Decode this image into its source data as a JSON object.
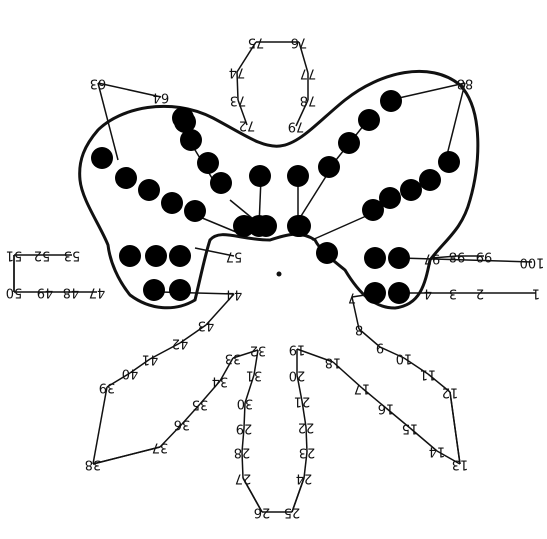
{
  "puzzle": {
    "type": "connect-the-dots",
    "orientation": "upside-down (rotated 180 degrees)",
    "ink_color": "#111111",
    "paper_color": "#ffffff",
    "dot_fill_color": "#000000",
    "numbers": [
      "1",
      "2",
      "3",
      "4",
      "7",
      "8",
      "9",
      "10",
      "11",
      "12",
      "13",
      "14",
      "15",
      "16",
      "17",
      "18",
      "19",
      "20",
      "21",
      "22",
      "23",
      "24",
      "25",
      "26",
      "27",
      "28",
      "29",
      "30",
      "31",
      "32",
      "33",
      "34",
      "35",
      "36",
      "37",
      "38",
      "39",
      "40",
      "41",
      "42",
      "43",
      "44",
      "47",
      "48",
      "49",
      "50",
      "51",
      "52",
      "53",
      "57",
      "63",
      "64",
      "72",
      "73",
      "74",
      "75",
      "76",
      "77",
      "78",
      "79",
      "88",
      "97",
      "98",
      "99",
      "100"
    ],
    "drawn_lines": "complete polyline through numbers 1 to 100 plus spoke lines joining the filled dots",
    "filled_dot_count": 36,
    "center_marker": "small dot"
  }
}
